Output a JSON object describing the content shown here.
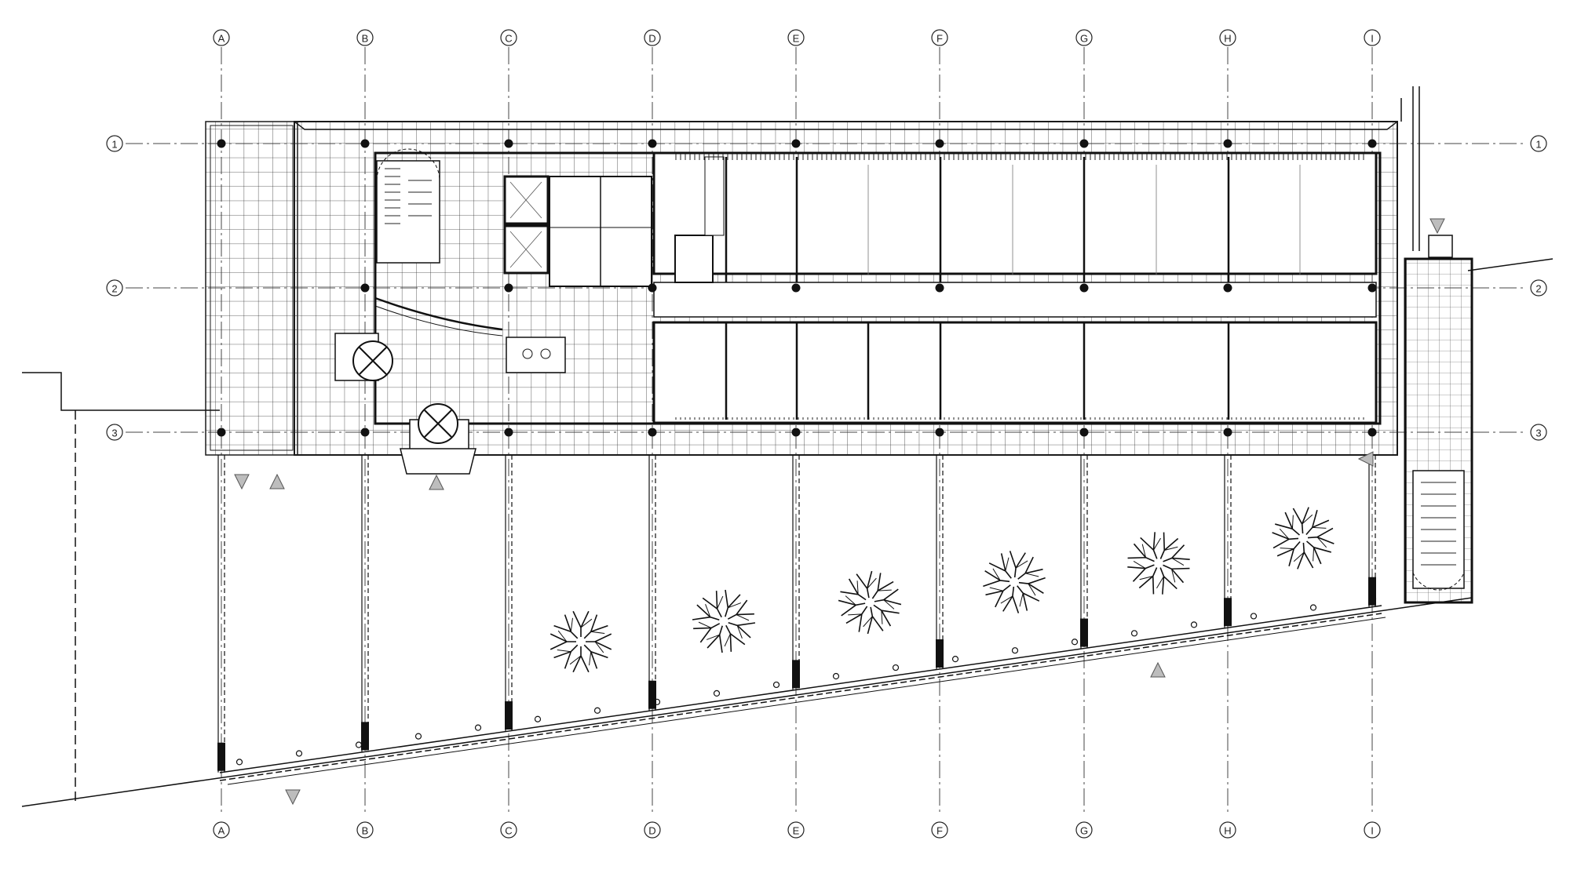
{
  "drawing": {
    "type": "architectural floor plan",
    "line_color": "#1a1a1a",
    "grid_line_color": "#444444",
    "marker_fill": "#bdbdbd"
  },
  "grid_columns": [
    "A",
    "B",
    "C",
    "D",
    "E",
    "F",
    "G",
    "H",
    "I"
  ],
  "grid_rows": [
    "1",
    "2",
    "3"
  ],
  "trees": 6,
  "level_markers": 7
}
